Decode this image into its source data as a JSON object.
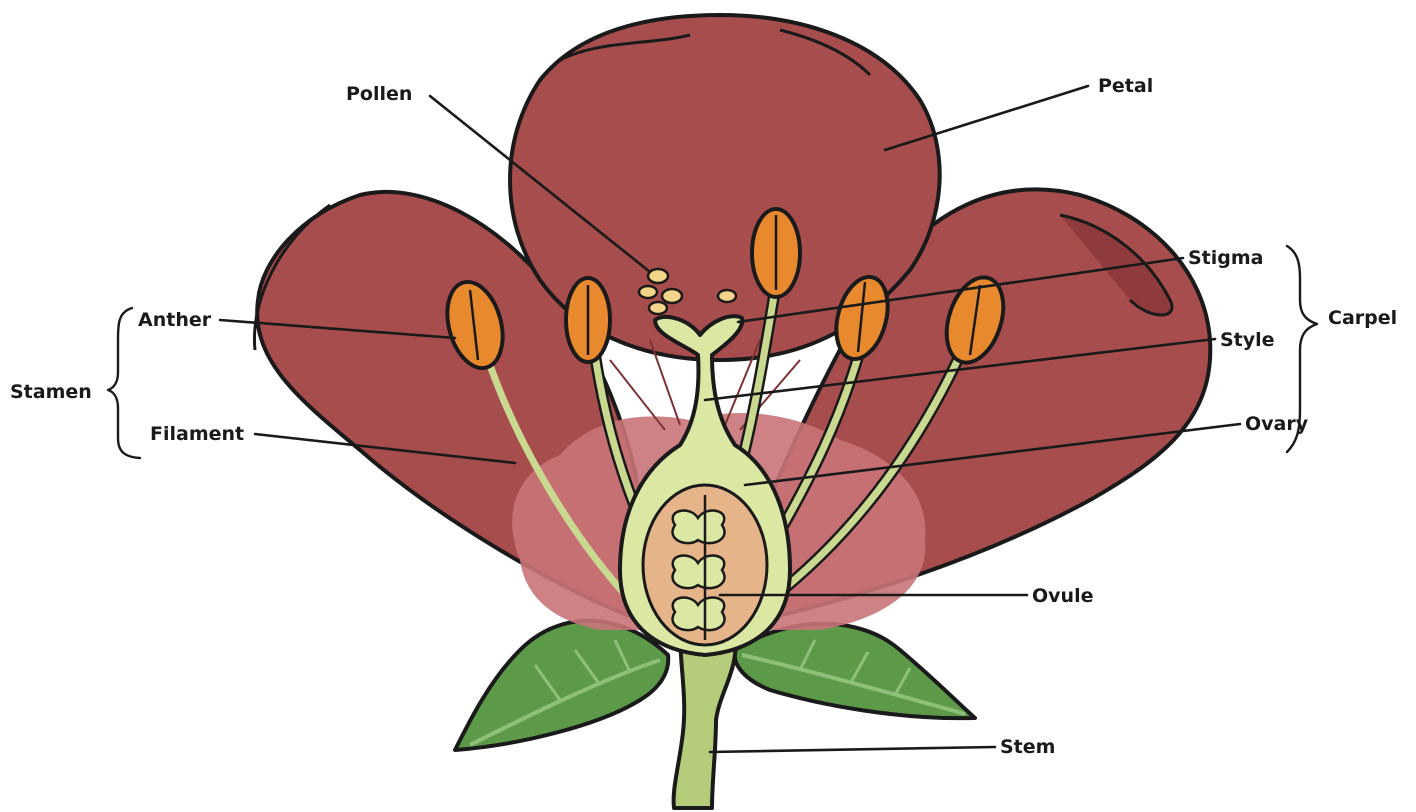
{
  "labels": {
    "pollen": "Pollen",
    "petal": "Petal",
    "stigma": "Stigma",
    "style": "Style",
    "ovary": "Ovary",
    "carpel": "Carpel",
    "anther": "Anther",
    "stamen": "Stamen",
    "filament": "Filament",
    "ovule": "Ovule",
    "stem": "Stem"
  },
  "colors": {
    "petal": "#a84d4e",
    "petal_dark": "#8f3b3d",
    "petal_inner": "#c97479",
    "anther": "#e8892e",
    "anther_light": "#f3a752",
    "filament": "#c9d98f",
    "carpel": "#dbe8a4",
    "ovary_inner": "#e6b489",
    "leaf": "#5c9a4a",
    "leaf_vein": "#8ec07a",
    "outline": "#1a1a1a"
  }
}
